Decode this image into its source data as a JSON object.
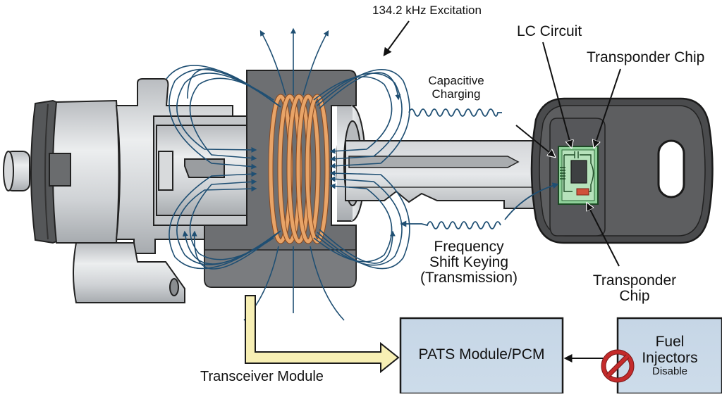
{
  "diagram": {
    "title": "PATS Transponder Key Ignition System",
    "labels": {
      "excitation": "134.2 kHz Excitation",
      "lc_circuit": "LC Circuit",
      "transponder_chip_top": "Transponder Chip",
      "capacitive_line1": "Capacitive",
      "capacitive_line2": "Charging",
      "fsk_line1": "Frequency",
      "fsk_line2": "Shift Keying",
      "fsk_line3": "(Transmission)",
      "transponder_chip_bottom_line1": "Transponder",
      "transponder_chip_bottom_line2": "Chip",
      "transceiver_module": "Transceiver Module"
    },
    "boxes": {
      "pats": {
        "label": "PATS Module/PCM"
      },
      "fuel": {
        "line1": "Fuel",
        "line2": "Injectors",
        "line3": "Disable"
      }
    },
    "icons": {
      "prohibit": "prohibit-icon",
      "coil": "copper-coil",
      "field_lines": "magnetic-field-lines"
    },
    "colors": {
      "field_line": "#1f4f73",
      "coil": "#e8a468",
      "coil_edge": "#8a4b22",
      "box_fill": "#c9d9e8",
      "arrow_fill": "#f7efb4",
      "chip_board": "#8fd19a",
      "chip_red": "#d0503a",
      "prohibit_red": "#c42b2b",
      "fob_dark": "#4a4b4d",
      "metal_light": "#d8dadc",
      "metal_dark": "#8b8e92"
    }
  }
}
